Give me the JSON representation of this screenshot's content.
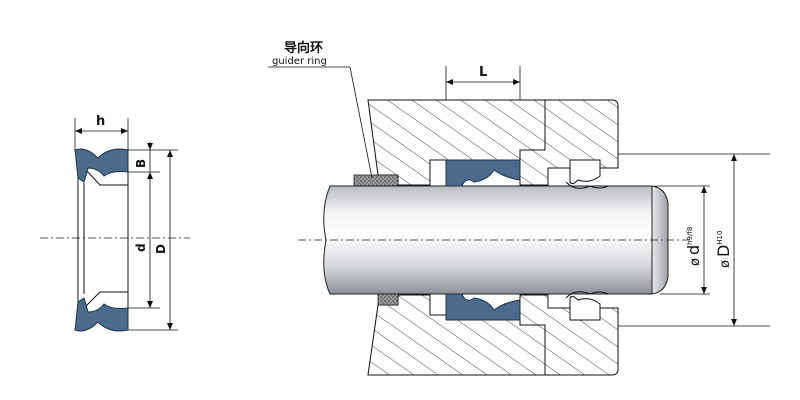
{
  "callout": {
    "chinese": "导向环",
    "english": "guider ring"
  },
  "dims": {
    "h": "h",
    "B": "B",
    "d": "d",
    "D": "D",
    "L": "L",
    "phi_d_main": "d",
    "phi_d_sup": "h9/f8",
    "phi_D_main": "D",
    "phi_D_sup": "H10",
    "phi": "ø"
  },
  "colors": {
    "seal": "#4a6b8c",
    "seal_stroke": "#1f3347",
    "line": "#111111",
    "guide_ring": "#7a7a7a",
    "hatch": "#333333"
  }
}
